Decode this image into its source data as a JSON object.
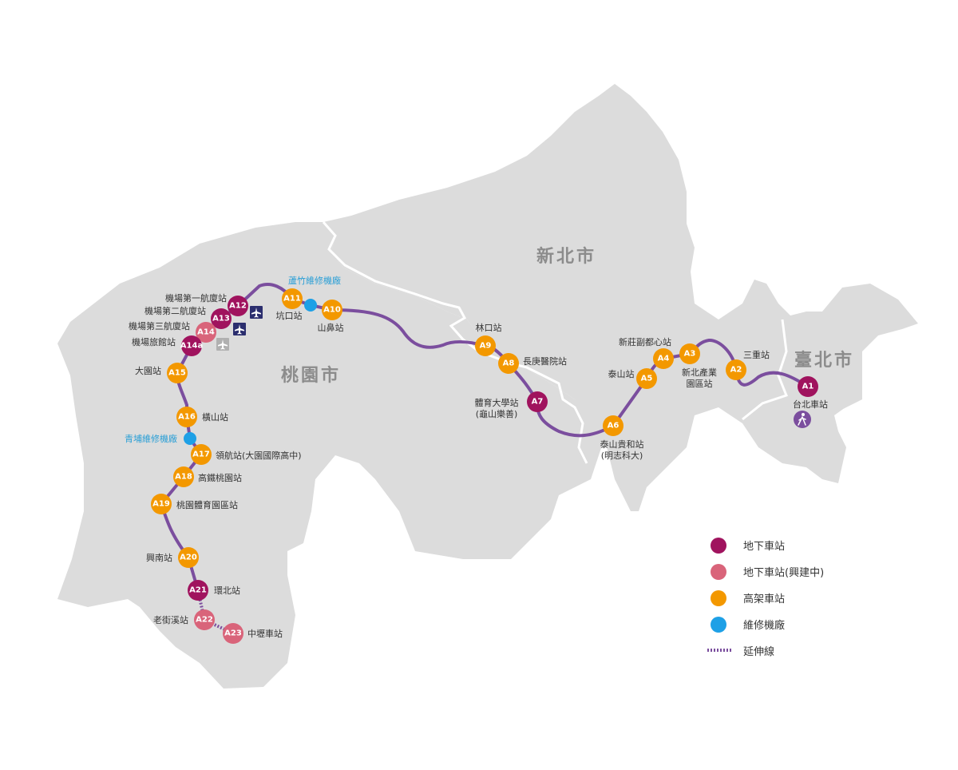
{
  "regions": {
    "taoyuan": "桃園市",
    "new_taipei": "新北市",
    "taipei": "臺北市"
  },
  "colors": {
    "land": "#dcdcdc",
    "border": "#ffffff",
    "line": "#7b4e9e",
    "underground": "#a0135e",
    "underground_construction": "#d9647a",
    "elevated": "#f39800",
    "depot": "#1ea0e6"
  },
  "stations": [
    {
      "code": "A1",
      "name": "台北車站",
      "type": "underground"
    },
    {
      "code": "A2",
      "name": "三重站",
      "type": "elevated"
    },
    {
      "code": "A3",
      "name": "新北產業園區站",
      "name_lines": [
        "新北產業",
        "園區站"
      ],
      "type": "elevated"
    },
    {
      "code": "A4",
      "name": "新莊副都心站",
      "type": "elevated"
    },
    {
      "code": "A5",
      "name": "泰山站",
      "type": "elevated"
    },
    {
      "code": "A6",
      "name": "泰山貴和站(明志科大)",
      "name_lines": [
        "泰山貴和站",
        "(明志科大)"
      ],
      "type": "elevated"
    },
    {
      "code": "A7",
      "name": "體育大學站(龜山樂善)",
      "name_lines": [
        "體育大學站",
        "(龜山樂善)"
      ],
      "type": "underground"
    },
    {
      "code": "A8",
      "name": "長庚醫院站",
      "type": "elevated"
    },
    {
      "code": "A9",
      "name": "林口站",
      "type": "elevated"
    },
    {
      "code": "A10",
      "name": "山鼻站",
      "type": "elevated"
    },
    {
      "code": "A11",
      "name": "坑口站",
      "type": "elevated"
    },
    {
      "code": "A12",
      "name": "機場第一航廈站",
      "type": "underground"
    },
    {
      "code": "A13",
      "name": "機場第二航廈站",
      "type": "underground"
    },
    {
      "code": "A14",
      "name": "機場第三航廈站",
      "type": "underground_construction"
    },
    {
      "code": "A14a",
      "name": "機場旅館站",
      "type": "underground"
    },
    {
      "code": "A15",
      "name": "大園站",
      "type": "elevated"
    },
    {
      "code": "A16",
      "name": "橫山站",
      "type": "elevated"
    },
    {
      "code": "A17",
      "name": "領航站(大園國際高中)",
      "type": "elevated"
    },
    {
      "code": "A18",
      "name": "高鐵桃園站",
      "type": "elevated"
    },
    {
      "code": "A19",
      "name": "桃園體育園區站",
      "type": "elevated"
    },
    {
      "code": "A20",
      "name": "興南站",
      "type": "elevated"
    },
    {
      "code": "A21",
      "name": "環北站",
      "type": "underground"
    },
    {
      "code": "A22",
      "name": "老街溪站",
      "type": "underground_construction"
    },
    {
      "code": "A23",
      "name": "中壢車站",
      "type": "underground_construction"
    }
  ],
  "depots": [
    {
      "name": "蘆竹維修機廠"
    },
    {
      "name": "青埔維修機廠"
    }
  ],
  "icons": {
    "airport": "airplane-icon",
    "walk": "pedestrian-icon"
  },
  "legend": [
    {
      "key": "underground",
      "label": "地下車站"
    },
    {
      "key": "underground_construction",
      "label": "地下車站(興建中)"
    },
    {
      "key": "elevated",
      "label": "高架車站"
    },
    {
      "key": "depot",
      "label": "維修機廠"
    },
    {
      "key": "extension",
      "label": "延伸線"
    }
  ]
}
